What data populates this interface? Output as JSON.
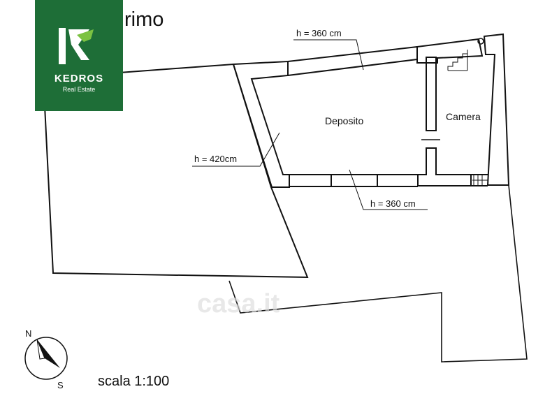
{
  "logo": {
    "brand": "KEDROS",
    "subtitle": "Real Estate",
    "monogram": "K",
    "color": "#1e6e37"
  },
  "floor_title": "rimo",
  "rooms": {
    "deposito": "Deposito",
    "camera": "Camera"
  },
  "heights": {
    "top_wall": "h = 360 cm",
    "bottom_wall": "h = 360 cm",
    "roof": "h = 420cm"
  },
  "compass": {
    "north": "N",
    "south": "S"
  },
  "scale_label": "scala 1:100",
  "watermark": "casa.it"
}
